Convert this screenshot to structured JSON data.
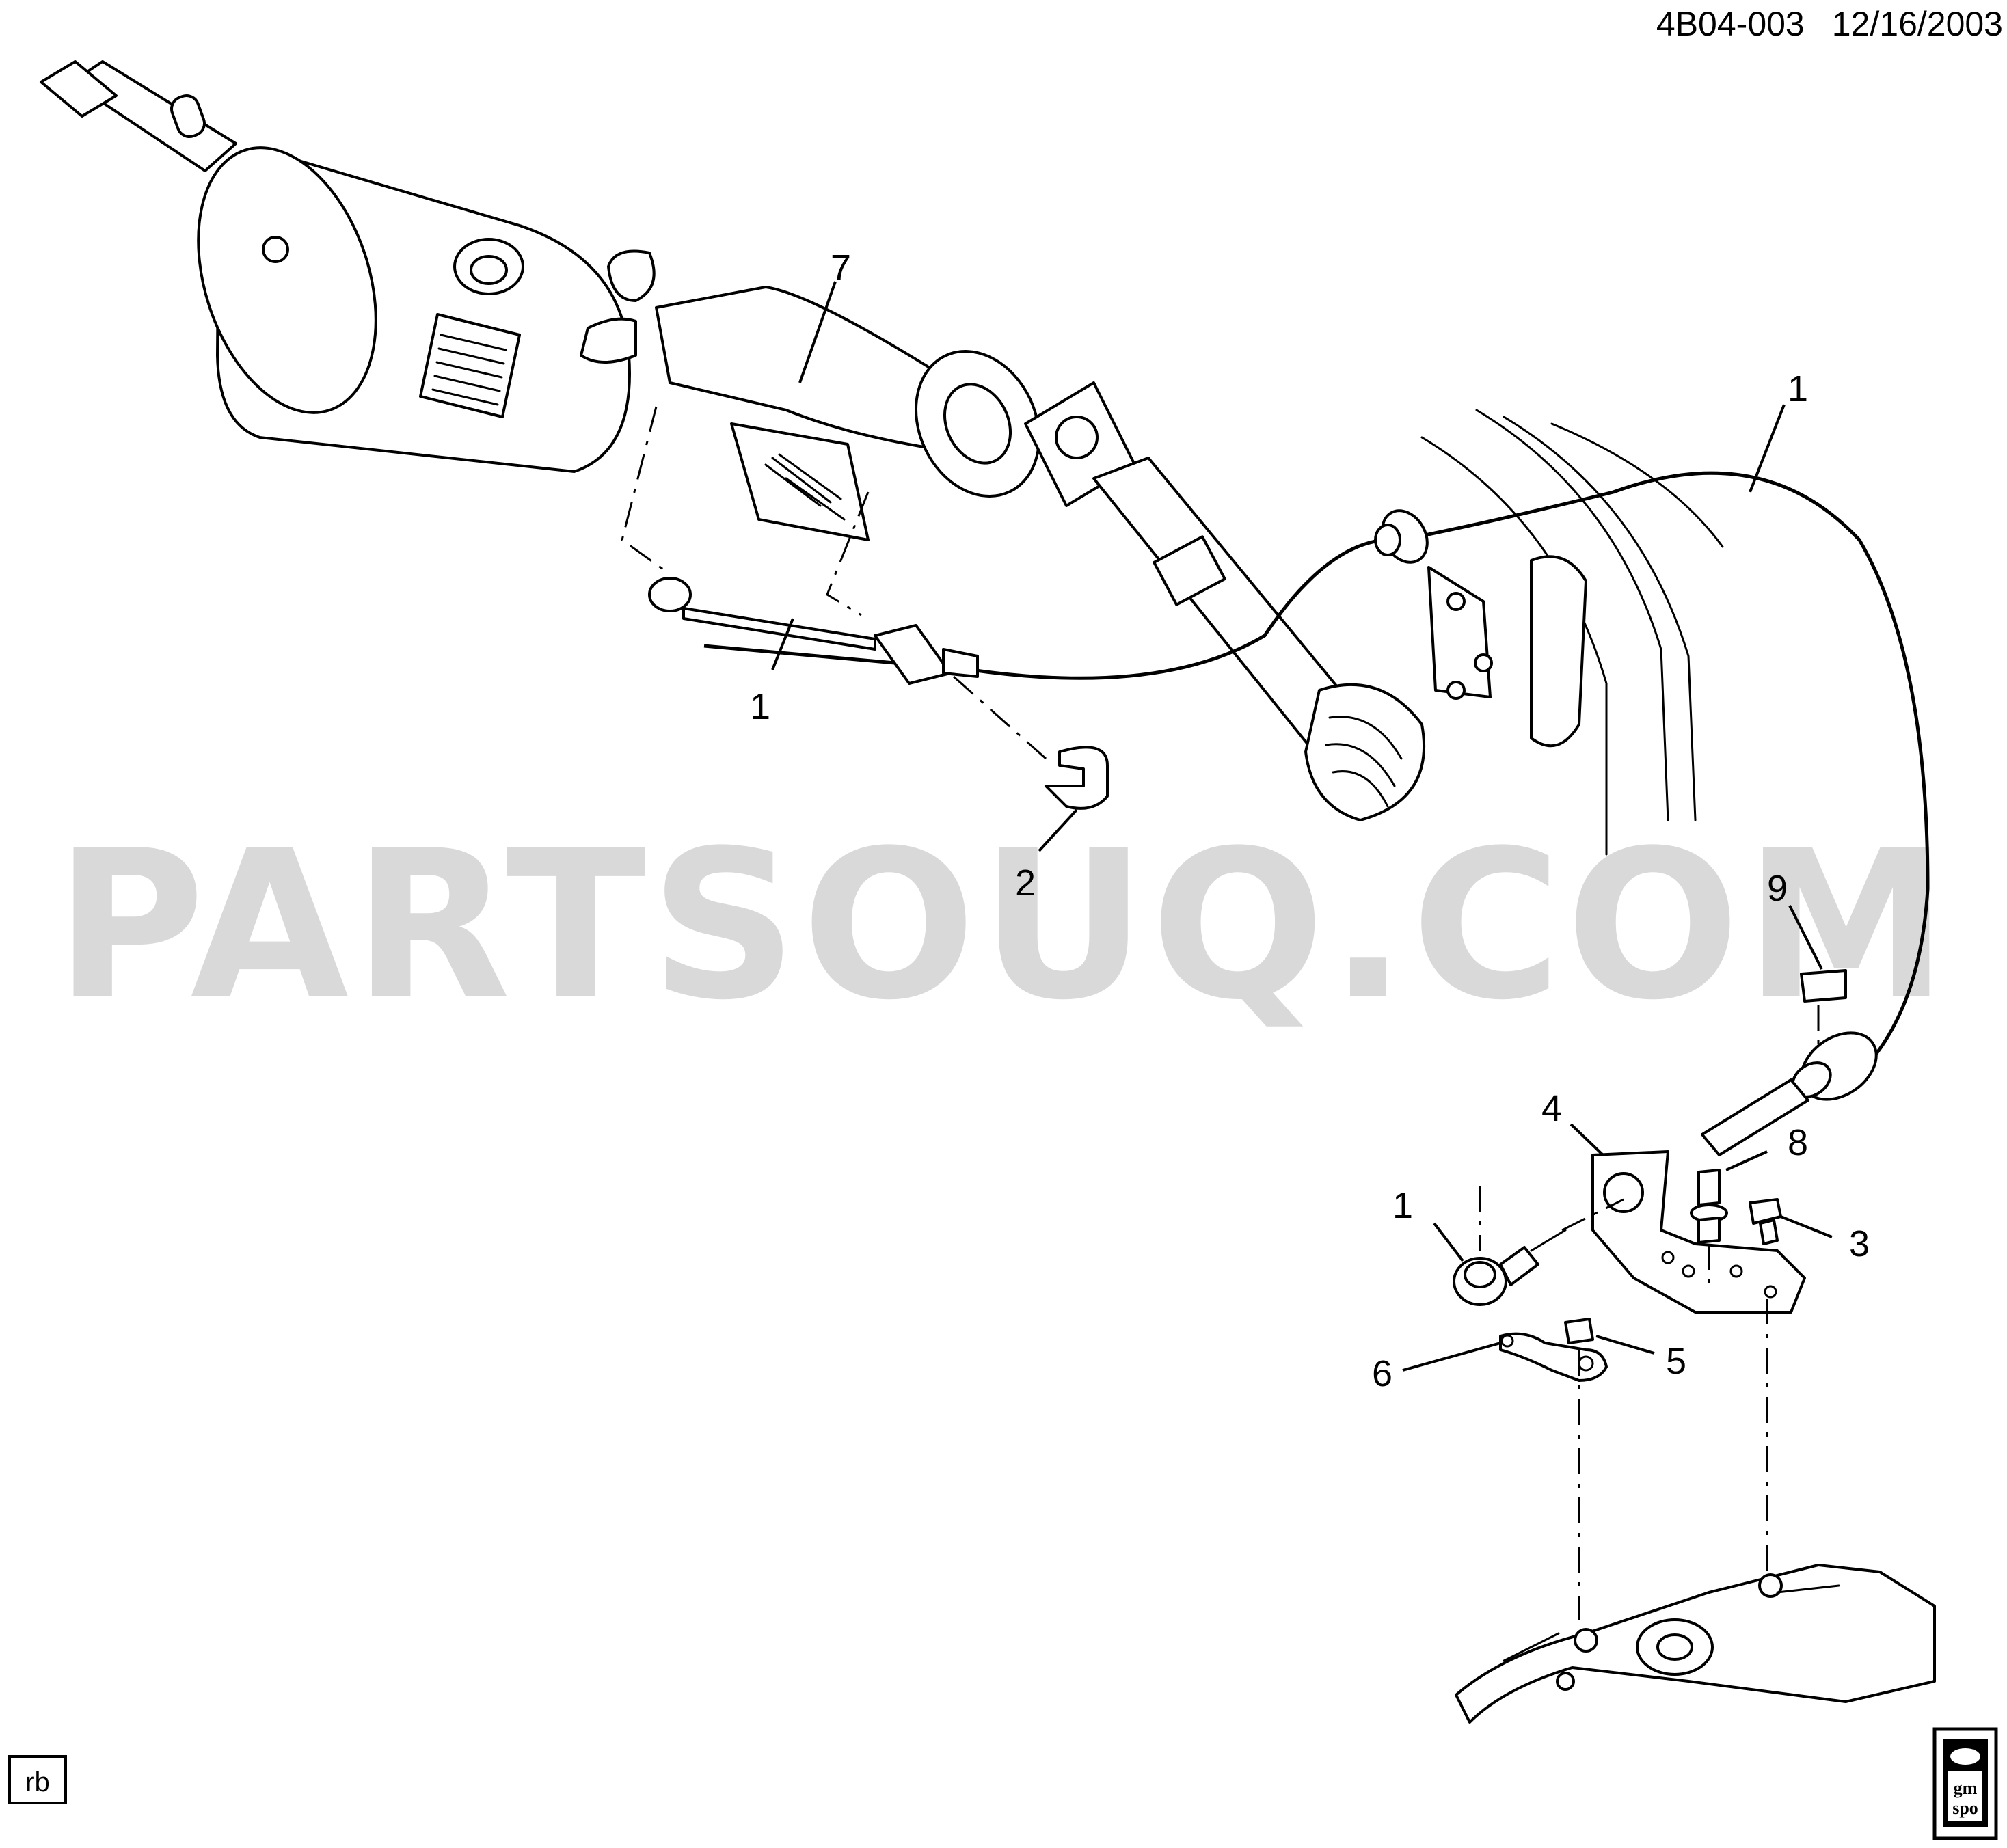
{
  "header": {
    "drawing_code": "4B04-003",
    "date": "12/16/2003"
  },
  "watermark": {
    "text": "PARTSOUQ.COM"
  },
  "footer": {
    "initials": "rb",
    "logo_top": "gm",
    "logo_bottom": "spo"
  },
  "callouts": [
    {
      "id": "callout-7",
      "number": "7"
    },
    {
      "id": "callout-1-upper-right",
      "number": "1"
    },
    {
      "id": "callout-1-mid-left",
      "number": "1"
    },
    {
      "id": "callout-2",
      "number": "2"
    },
    {
      "id": "callout-9",
      "number": "9"
    },
    {
      "id": "callout-4",
      "number": "4"
    },
    {
      "id": "callout-8",
      "number": "8"
    },
    {
      "id": "callout-1-lower",
      "number": "1"
    },
    {
      "id": "callout-3",
      "number": "3"
    },
    {
      "id": "callout-5",
      "number": "5"
    },
    {
      "id": "callout-6",
      "number": "6"
    }
  ]
}
